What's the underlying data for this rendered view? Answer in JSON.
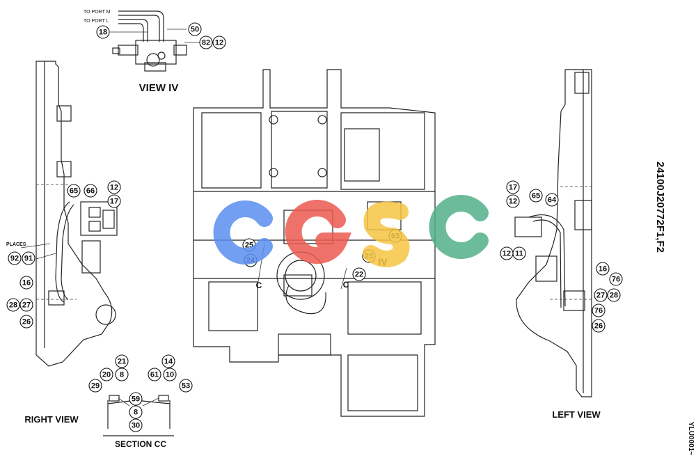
{
  "labels": {
    "view_iv": "VIEW IV",
    "right_view": "RIGHT VIEW",
    "left_view": "LEFT VIEW",
    "section_cc": "SECTION CC",
    "to_port_m": "TO PORT M",
    "to_port_l": "TO PORT L",
    "places": "PLACES",
    "part_number": "24100J20772F1,F2",
    "sheet_code": "YLU0001~",
    "view_marker_iv": "IV",
    "section_marker_c1": "C",
    "section_marker_c2": "C"
  },
  "watermark": {
    "letters": [
      "C",
      "G",
      "S",
      "C"
    ],
    "colors": [
      "#5a8ff0",
      "#ec5a4f",
      "#f5c542",
      "#52b08a"
    ]
  },
  "callouts": {
    "view_iv": [
      "18",
      "50",
      "82",
      "12"
    ],
    "right_view": [
      "65",
      "66",
      "12",
      "17",
      "92",
      "91",
      "16",
      "28",
      "27",
      "26"
    ],
    "center": [
      "25",
      "24",
      "23",
      "63",
      "22"
    ],
    "left_view": [
      "17",
      "12",
      "65",
      "64",
      "12",
      "11",
      "16",
      "76",
      "27",
      "28",
      "76",
      "26"
    ],
    "section_cc": [
      "21",
      "20",
      "8",
      "29",
      "14",
      "61",
      "10",
      "53",
      "59",
      "8",
      "30"
    ]
  }
}
